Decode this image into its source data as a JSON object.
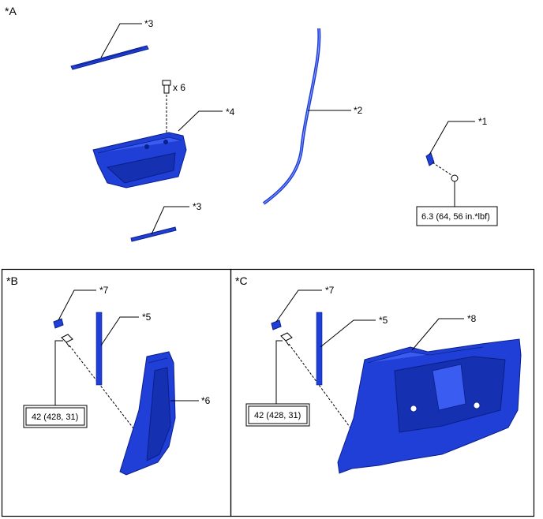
{
  "sections": {
    "a": {
      "label": "*A"
    },
    "b": {
      "label": "*B"
    },
    "c": {
      "label": "*C"
    }
  },
  "callouts": {
    "c1": "*1",
    "c2": "*2",
    "c3_top": "*3",
    "c3_bottom": "*3",
    "c4": "*4",
    "c5_b": "*5",
    "c5_c": "*5",
    "c6": "*6",
    "c7_b": "*7",
    "c7_c": "*7",
    "c8": "*8"
  },
  "quantity": "x 6",
  "torque": {
    "a": "6.3 (64, 56 in.*lbf)",
    "b": "42 (428, 31)",
    "c": "42 (428, 31)"
  },
  "colors": {
    "part_blue": "#1f3fd6",
    "outline": "#000000"
  }
}
